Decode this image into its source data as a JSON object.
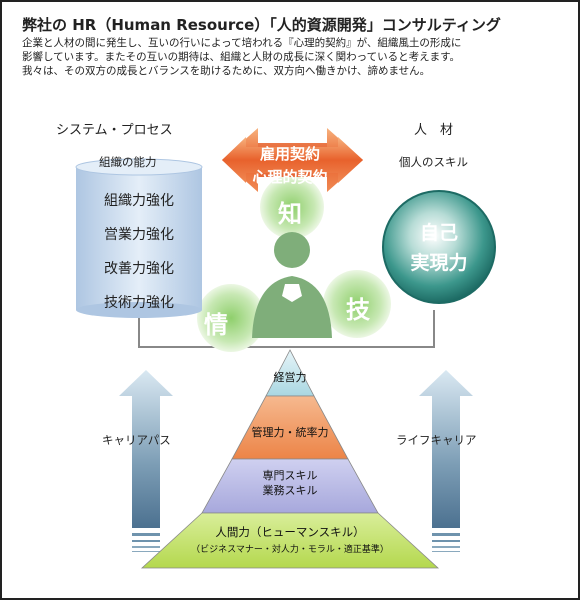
{
  "title": "弊社の HR（Human Resource）「人的資源開発」コンサルティング",
  "intro": [
    "企業と人材の間に発生し、互いの行いによって培われる『心理的契約』が、組織風土の形成に",
    "影響しています。またその互いの期待は、組織と人財の成長に深く関わっていると考えます。",
    "我々は、その双方の成長とバランスを助けるために、双方向へ働きかけ、諦めません。"
  ],
  "left_header": "システム・プロセス",
  "right_header": "人　材",
  "cylinder": {
    "title": "組織の能力",
    "items": [
      "組織力強化",
      "営業力強化",
      "改善力強化",
      "技術力強化"
    ]
  },
  "person": {
    "title": "個人のスキル",
    "circle_lines": [
      "自己",
      "実現力"
    ]
  },
  "contract_arrow": [
    "雇用契約",
    "心理的契約"
  ],
  "bubbles": [
    "知",
    "情",
    "技"
  ],
  "left_arrow_label": "キャリアパス",
  "right_arrow_label": "ライフキャリア",
  "pyramid": {
    "top": "経営力",
    "second": "管理力・統率力",
    "third": [
      "専門スキル",
      "業務スキル"
    ],
    "base": "人間力（ヒューマンスキル）",
    "base_sub": "（ビジネスマナー・対人力・モラル・適正基準）"
  },
  "colors": {
    "cylinder": "#c9d9ec",
    "circle": "#2f8a80",
    "contract_arrow": "#e8612c",
    "bubble": "#c4e6b0",
    "pyramid_top": "#bfe2ea",
    "pyramid_second": "#f19a5e",
    "pyramid_third": "#b7b8e3",
    "pyramid_base": "#c4e06a",
    "vertical_arrow": "#6f93ad"
  }
}
